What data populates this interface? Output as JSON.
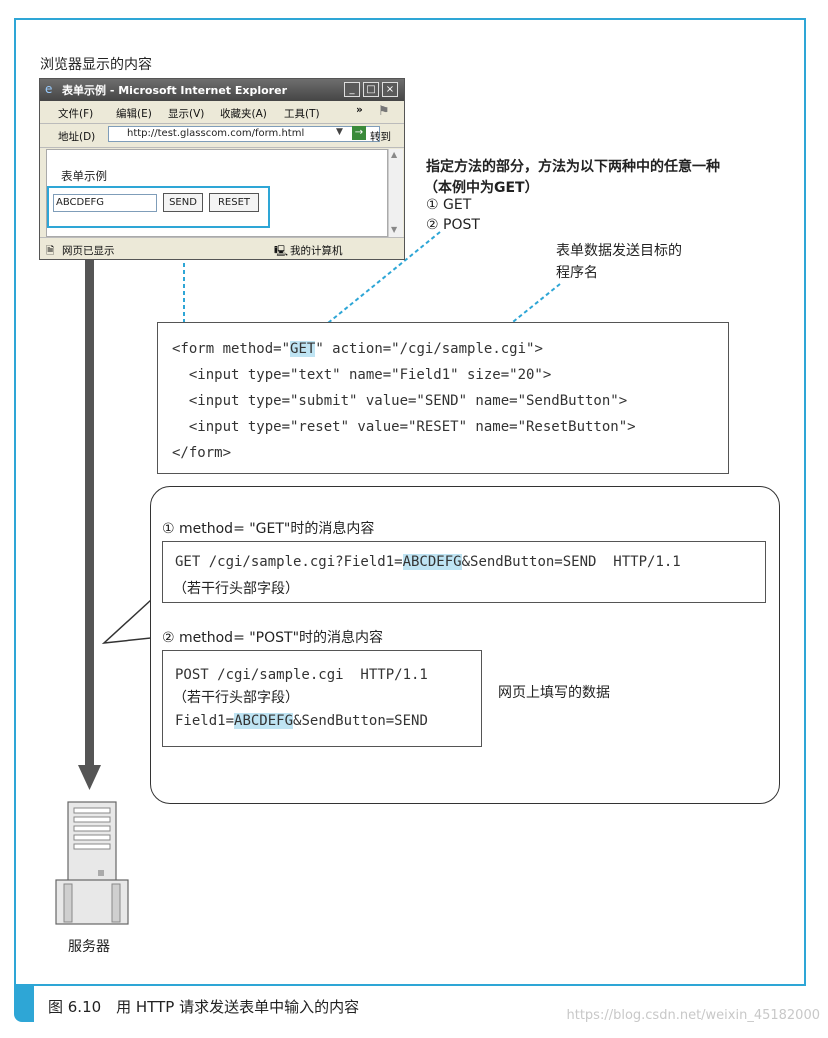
{
  "browser": {
    "heading": "浏览器显示的内容",
    "title": "表单示例 - Microsoft Internet Explorer",
    "menus": [
      "文件(F)",
      "编辑(E)",
      "显示(V)",
      "收藏夹(A)",
      "工具(T)"
    ],
    "more": "»",
    "address_label": "地址(D)",
    "address_value": "http://test.glasscom.com/form.html",
    "go_label": "转到",
    "page_heading": "表单示例",
    "field_value": "ABCDEFG",
    "send_label": "SEND",
    "reset_label": "RESET",
    "status_left": "网页已显示",
    "status_right": "我的计算机"
  },
  "notes": {
    "method_line1": "指定方法的部分，方法为以下两种中的任意一种",
    "method_line2": "（本例中为GET）",
    "method_opt1": "① GET",
    "method_opt2": "② POST",
    "action_line1": "表单数据发送目标的",
    "action_line2": "程序名",
    "data_note": "网页上填写的数据"
  },
  "code": {
    "l1a": "<form method=\"",
    "l1b": "GET",
    "l1c": "\" action=\"/cgi/sample.cgi\">",
    "l2": "  <input type=\"text\" name=\"Field1\" size=\"20\">",
    "l3": "  <input type=\"submit\" value=\"SEND\" name=\"SendButton\">",
    "l4": "  <input type=\"reset\" value=\"RESET\" name=\"ResetButton\">",
    "l5": "</form>"
  },
  "get_msg": {
    "heading": "① method= \"GET\"时的消息内容",
    "l1a": "GET /cgi/sample.cgi?Field1=",
    "l1b": "ABCDEFG",
    "l1c": "&SendButton=SEND  HTTP/1.1",
    "l2": "（若干行头部字段）"
  },
  "post_msg": {
    "heading": "② method= \"POST\"时的消息内容",
    "l1": "POST /cgi/sample.cgi  HTTP/1.1",
    "l2": "（若干行头部字段）",
    "l3a": "Field1=",
    "l3b": "ABCDEFG",
    "l3c": "&SendButton=SEND"
  },
  "server_label": "服务器",
  "caption": "图 6.10　用 HTTP 请求发送表单中输入的内容",
  "watermark": "https://blog.csdn.net/weixin_45182000",
  "colors": {
    "accent": "#2ea6d6",
    "highlight": "#bfe4f3",
    "arrow": "#555555"
  }
}
